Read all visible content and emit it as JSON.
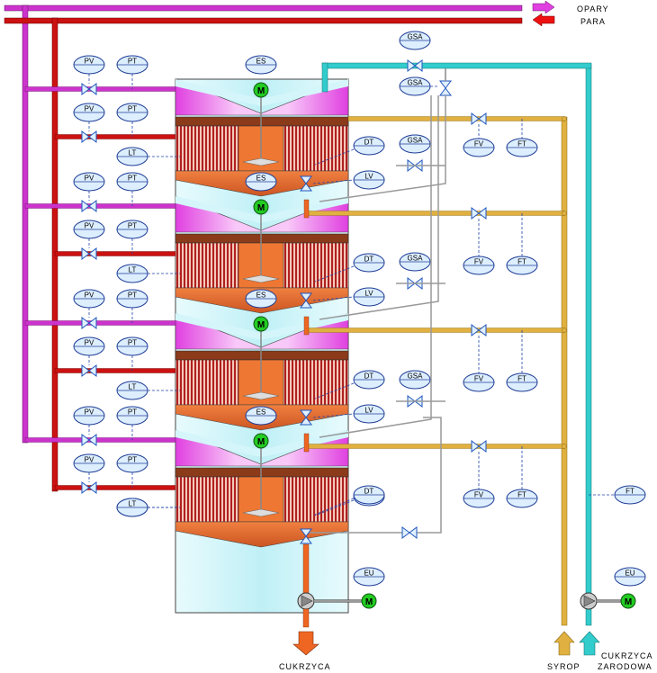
{
  "stream_labels": {
    "vapor_out": "OPARY",
    "steam_in": "PARA",
    "syrup_in": "SYROP",
    "sugar_out": "CUKRZYCA",
    "seed_in_1": "CUKRZYCA",
    "seed_in_2": "ZARODOWA"
  },
  "tags": {
    "pv": "PV",
    "pt": "PT",
    "es": "ES",
    "lt": "LT",
    "dt": "DT",
    "gsa": "GSA",
    "lv": "LV",
    "fv": "FV",
    "ft": "FT",
    "eu": "EU"
  },
  "motor_label": "M",
  "colors": {
    "vapor": "#cc33cc",
    "steam": "#cc1111",
    "syrup": "#e0b040",
    "seed": "#33cccc",
    "tank_top": "#e040e0",
    "heater": "#cc6633",
    "product": "#ee6622",
    "tag_fill": "#ddeeff",
    "tag_stroke": "#1e3c96",
    "motor": "#22cc22",
    "vessel": "#d4f6fb"
  }
}
